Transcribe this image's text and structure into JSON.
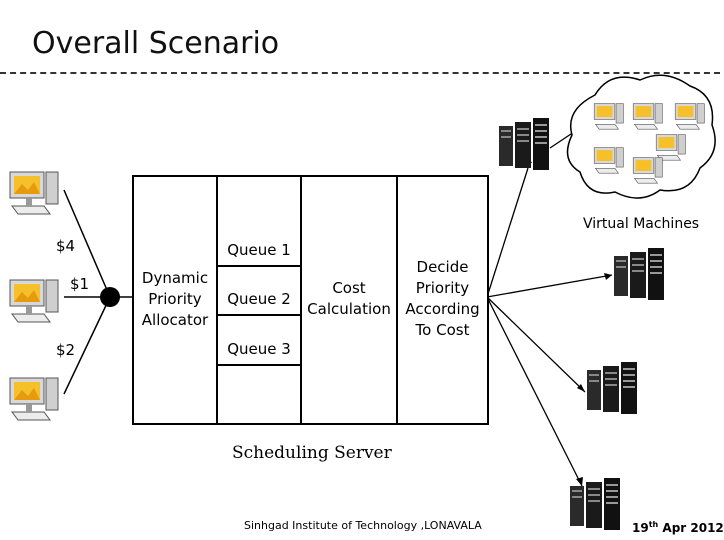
{
  "header": {
    "title": "Overall Scenario"
  },
  "clients": [
    {
      "price": "$4"
    },
    {
      "price": "$1"
    },
    {
      "price": "$2"
    }
  ],
  "server": {
    "allocator_lines": [
      "Dynamic",
      "Priority",
      "Allocator"
    ],
    "queues": [
      "Queue 1",
      "Queue 2",
      "Queue 3"
    ],
    "cost_lines": [
      "Cost",
      "Calculation"
    ],
    "decide_lines": [
      "Decide",
      "Priority",
      "According",
      "To Cost"
    ],
    "caption": "Scheduling Server"
  },
  "cloud": {
    "label": "Virtual Machines"
  },
  "footer": {
    "institute": "Sinhgad Institute of Technology ,LONAVALA",
    "date_day": "19",
    "date_suffix": "th",
    "date_rest": " Apr 2012"
  },
  "icons": {
    "client": "desktop-computer-icon",
    "server": "server-rack-icon",
    "vm": "desktop-computer-icon"
  }
}
